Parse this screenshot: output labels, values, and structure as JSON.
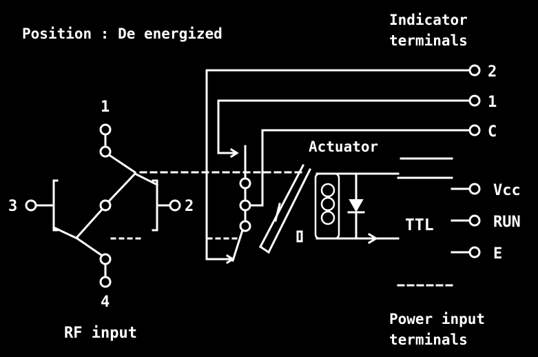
{
  "position_label": "Position : De energized",
  "indicator_title": [
    "Indicator",
    "terminals"
  ],
  "indicator_terminals": [
    "2",
    "1",
    "C"
  ],
  "actuator_label": "Actuator",
  "ttl_label": "TTL",
  "power_terminals": [
    "Vcc",
    "RUN",
    "E"
  ],
  "power_title": [
    "Power input",
    "terminals"
  ],
  "rf_ports": [
    "1",
    "3",
    "2",
    "4"
  ],
  "rf_label": "RF input",
  "colors": {
    "background": "#000000",
    "foreground": "#ffffff"
  }
}
